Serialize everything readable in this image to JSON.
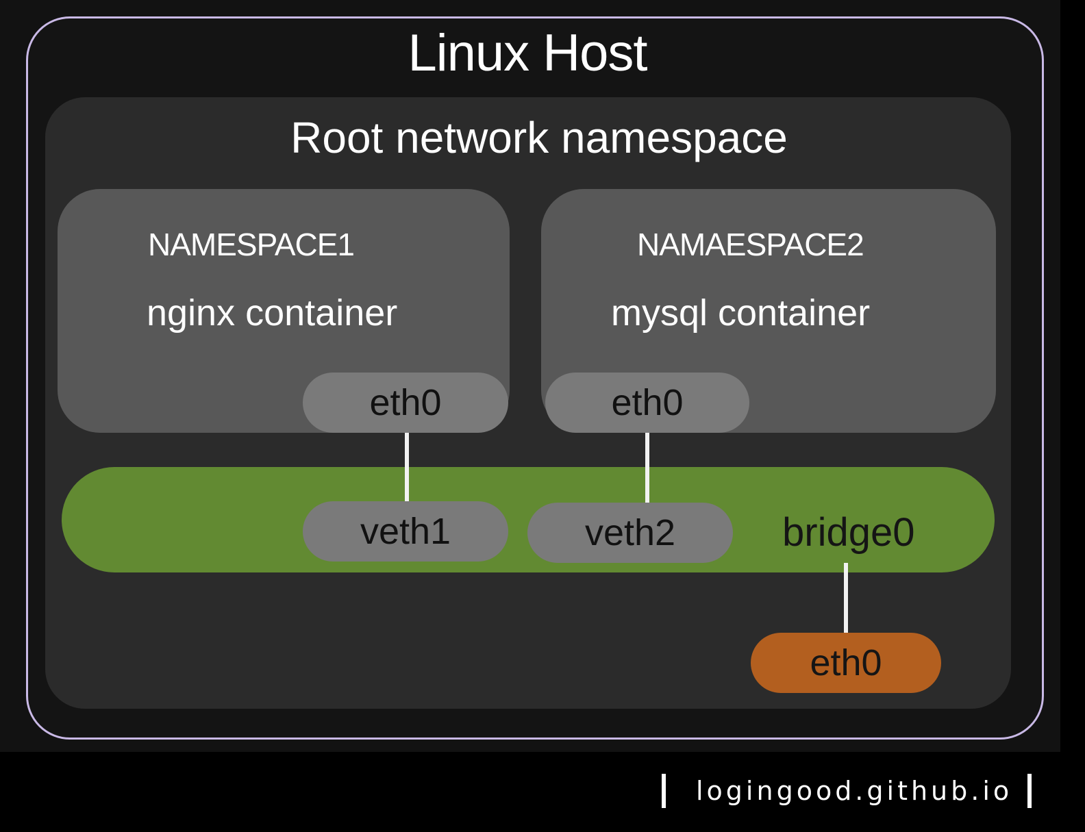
{
  "diagram": {
    "host": {
      "title": "Linux Host"
    },
    "root_namespace": {
      "title": "Root network namespace"
    },
    "namespaces": [
      {
        "name": "NAMESPACE1",
        "container": "nginx container",
        "interface": "eth0"
      },
      {
        "name": "NAMAESPACE2",
        "container": "mysql container",
        "interface": "eth0"
      }
    ],
    "bridge": {
      "name": "bridge0",
      "ports": [
        "veth1",
        "veth2"
      ]
    },
    "host_interface": "eth0"
  },
  "colors": {
    "host_border": "#c9b9e6",
    "root_namespace": "#2b2b2b",
    "namespace_box": "#585858",
    "interface_pill": "#7a7a7a",
    "bridge": "#628a32",
    "host_interface": "#b35f1f"
  },
  "footer": {
    "watermark": "logingood.github.io"
  }
}
